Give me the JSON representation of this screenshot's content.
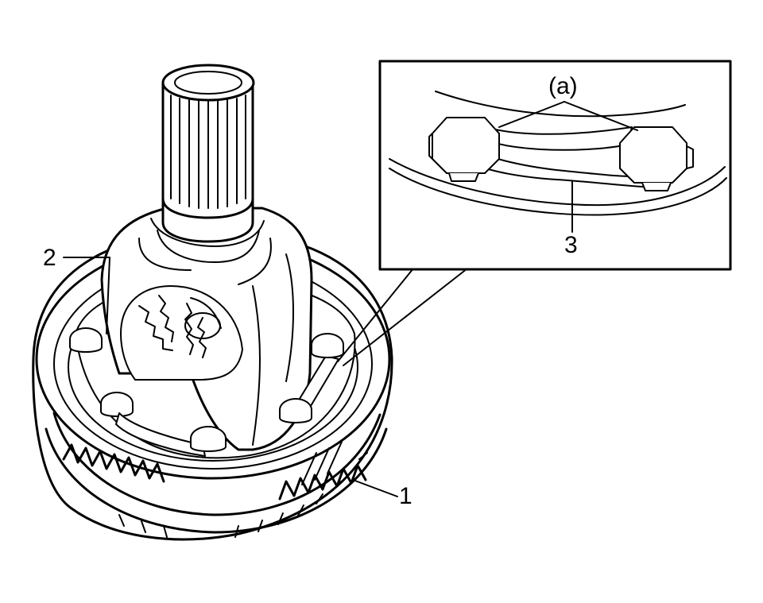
{
  "labels": {
    "ring_gear": "1",
    "differential_case": "2",
    "lock_plate": "3",
    "detail_a": "(a)"
  }
}
